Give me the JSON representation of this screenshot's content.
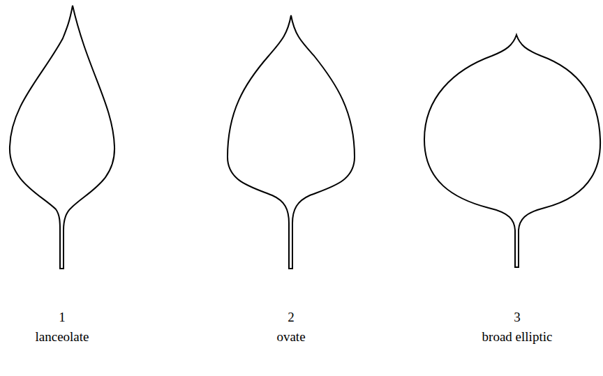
{
  "diagram": {
    "labels": [
      "1",
      "lanceolate",
      "2",
      "ovate",
      "3",
      "broad elliptic"
    ]
  }
}
